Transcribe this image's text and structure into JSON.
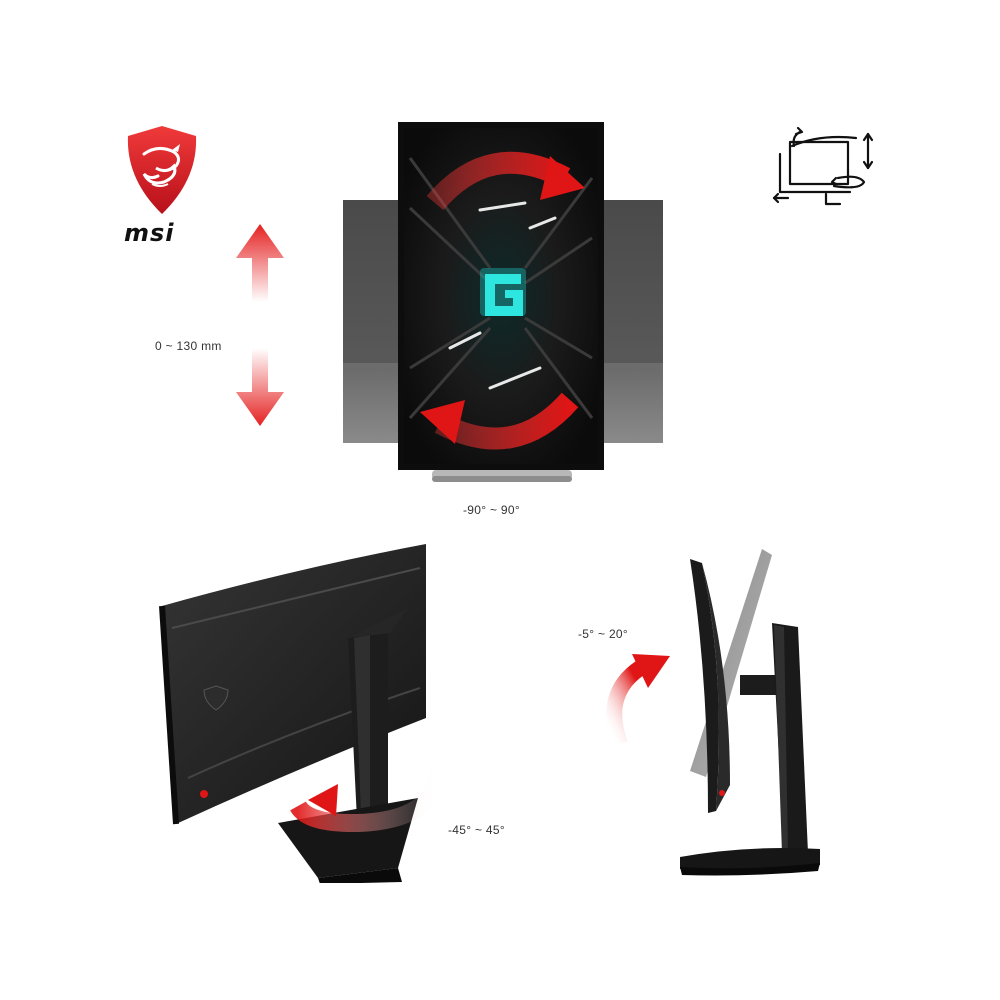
{
  "brand": {
    "name": "msi",
    "accent": "#d81e27"
  },
  "specs": {
    "height": "0 ~ 130 mm",
    "pivot": "-90° ~ 90°",
    "tilt": "-5° ~ 20°",
    "swivel": "-45° ~ 45°"
  },
  "icons": {
    "adjust": "monitor-adjustment-icon",
    "logo": "msi-dragon-shield-icon"
  },
  "colors": {
    "arrow": "#e02020",
    "screen": "#141414",
    "glow": "#2de6e0"
  }
}
